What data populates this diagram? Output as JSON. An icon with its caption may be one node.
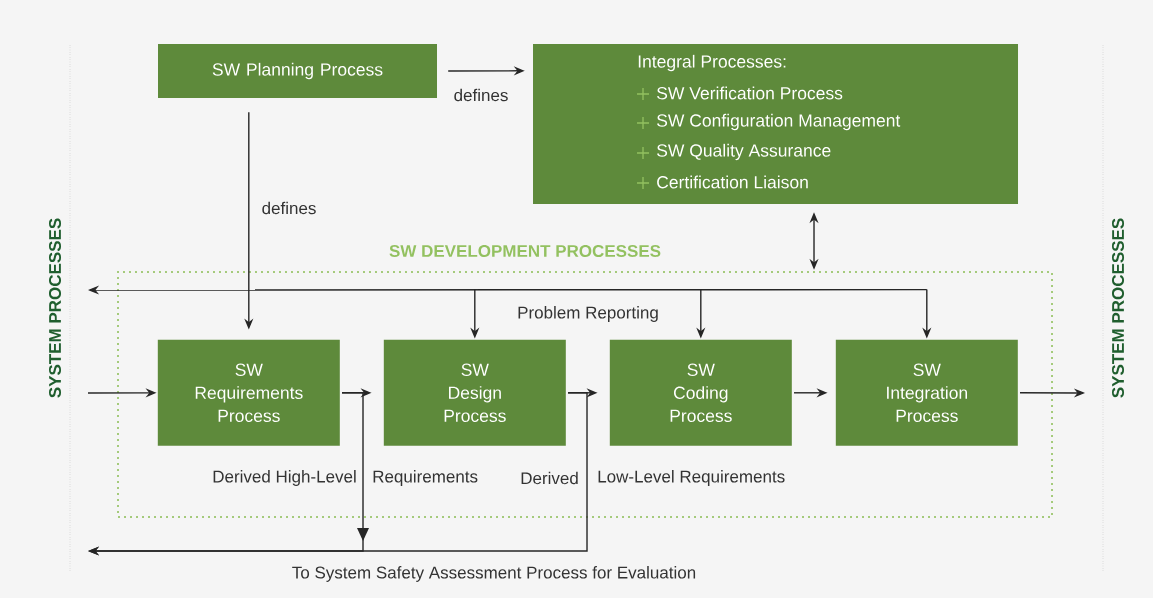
{
  "diagram": {
    "nodes": [
      {
        "text": [
          "SW Planning Process"
        ]
      },
      {
        "text": [
          "Integral Processes:",
          "SW Verification Process",
          "SW Configuration Management",
          "SW Quality Assurance",
          "Certification Liaison"
        ]
      },
      {
        "text": [
          "SW DEVELOPMENT PROCESSES"
        ]
      },
      {
        "text": [
          "SW Requirements Process"
        ],
        "in": 2
      },
      {
        "text": [
          "SW Design Process"
        ],
        "in": 2
      },
      {
        "text": [
          "SW Coding Process"
        ],
        "in": 2
      },
      {
        "text": [
          "SW Integration Process"
        ],
        "in": 2
      },
      {
        "text": [
          "SYSTEM PROCESSES"
        ]
      },
      {
        "text": [
          "SYSTEM PROCESSES"
        ]
      }
    ],
    "edges": [
      {
        "from": 0,
        "to": 1,
        "arrow": "to",
        "label": "defines"
      },
      {
        "from": 0,
        "to": 3,
        "arrow": "to",
        "label": "defines"
      },
      {
        "from": 1,
        "to": 2,
        "arrow": "both"
      },
      {
        "from": null,
        "to": 7,
        "arrow": "to"
      },
      {
        "from": null,
        "to": 4,
        "arrow": "to"
      },
      {
        "from": null,
        "to": 5,
        "arrow": "to"
      },
      {
        "from": null,
        "to": 6,
        "arrow": "to"
      },
      {
        "from": 7,
        "to": 3,
        "arrow": "to"
      },
      {
        "from": 3,
        "to": 4,
        "arrow": "to"
      },
      {
        "from": 4,
        "to": 5,
        "arrow": "to"
      },
      {
        "from": 5,
        "to": 6,
        "arrow": "to"
      },
      {
        "from": 6,
        "to": 8,
        "arrow": "to"
      },
      {
        "from": 3,
        "to": null,
        "arrow": "to"
      },
      {
        "from": 4,
        "to": null,
        "arrow": "to",
        "label": "To System Safety Assessment Process for Evaluation"
      }
    ],
    "labels": [
      "Problem Reporting",
      "Derived High-Level",
      "Requirements",
      "Derived",
      "Low-Level Requirements"
    ]
  }
}
